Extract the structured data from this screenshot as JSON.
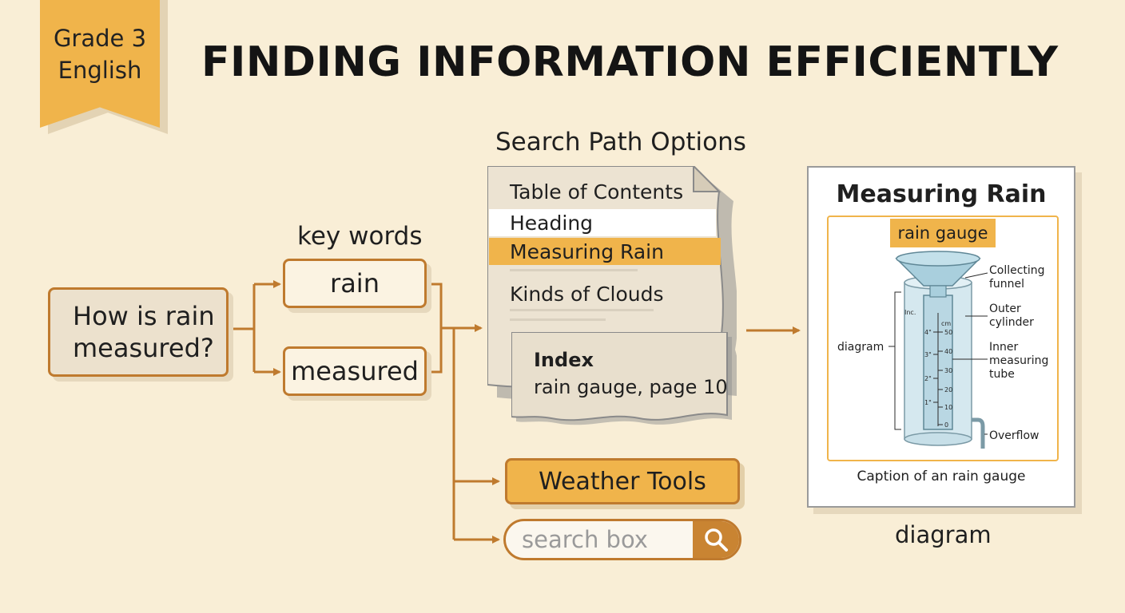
{
  "banner": {
    "line1": "Grade 3",
    "line2": "English"
  },
  "title": "FINDING INFORMATION EFFICIENTLY",
  "question": {
    "line1": "How is rain",
    "line2": "measured?"
  },
  "key_words": {
    "label": "key words",
    "items": [
      "rain",
      "measured"
    ]
  },
  "search_path": {
    "heading": "Search Path Options",
    "toc": {
      "title": "Table of Contents",
      "items": [
        "Heading",
        "Measuring Rain",
        "Kinds of Clouds"
      ],
      "highlighted": "Measuring Rain"
    },
    "index": {
      "title": "Index",
      "entry": "rain gauge, page 10"
    },
    "weather_tools": "Weather Tools",
    "search": {
      "placeholder": "search box",
      "value": ""
    }
  },
  "figure": {
    "title": "Measuring Rain",
    "tag": "rain gauge",
    "left_label": "diagram",
    "callouts": [
      {
        "line1": "Collecting",
        "line2": "funnel"
      },
      {
        "line1": "Outer",
        "line2": "cylinder"
      },
      {
        "line1": "Inner",
        "line2": "measuring",
        "line3": "tube"
      },
      {
        "line1": "Overflow"
      }
    ],
    "scale": {
      "inch_header": "Inc.",
      "cm_header": "cm",
      "inch_ticks": [
        "4\"",
        "3\"",
        "2\"",
        "1\""
      ],
      "cm_ticks": [
        "50",
        "40",
        "30",
        "20",
        "10",
        "0"
      ]
    },
    "caption": "Caption of an rain gauge",
    "footer_label": "diagram"
  },
  "colors": {
    "background": "#f9eed6",
    "accent": "#f0b44b",
    "arrow": "#bf7a2e",
    "box_fill": "#ece1cd"
  }
}
